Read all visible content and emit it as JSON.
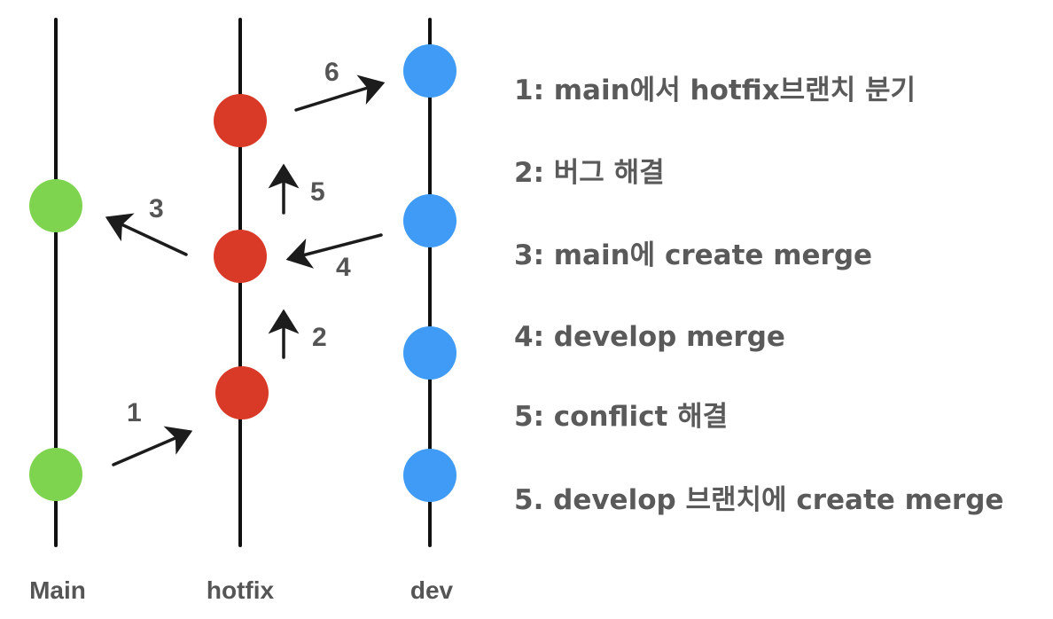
{
  "colors": {
    "main_commit": "#7ED44F",
    "hotfix_commit": "#D93A27",
    "dev_commit": "#3F9BF5",
    "line": "#111111",
    "text": "#555555"
  },
  "lanes": [
    {
      "id": "main",
      "label": "Main"
    },
    {
      "id": "hotfix",
      "label": "hotfix"
    },
    {
      "id": "dev",
      "label": "dev"
    }
  ],
  "arrow_labels": {
    "a1": "1",
    "a2": "2",
    "a3": "3",
    "a4": "4",
    "a5": "5",
    "a6": "6"
  },
  "steps": [
    "1: main에서 hotfix브랜치 분기",
    "2: 버그 해결",
    "3: main에 create merge",
    "4: develop merge",
    "5: conflict 해결",
    "5. develop 브랜치에 create merge"
  ]
}
